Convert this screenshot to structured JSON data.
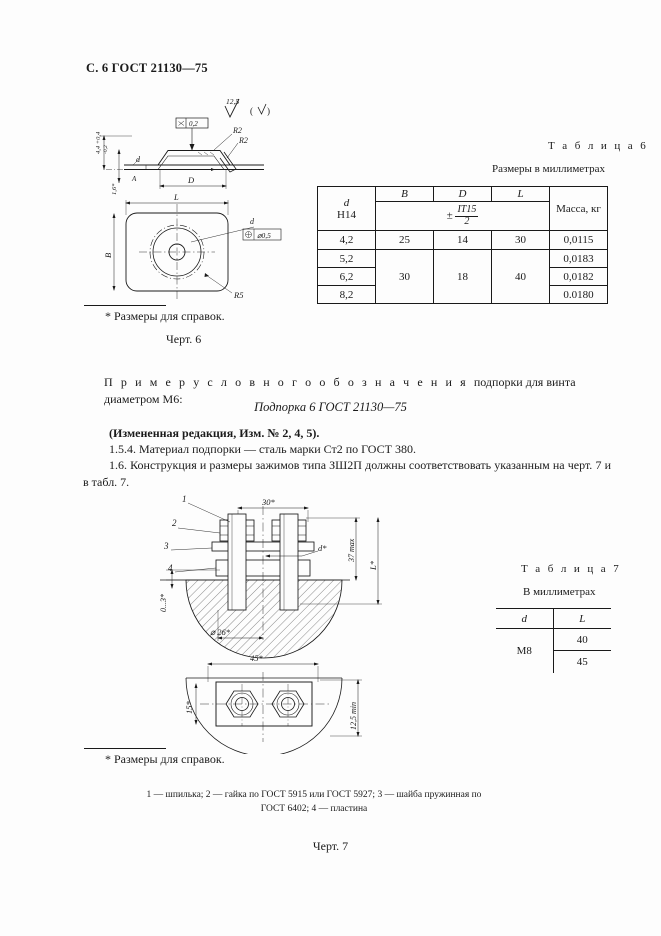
{
  "page": {
    "header": "С. 6 ГОСТ 21130—75",
    "figure6_caption": "Черт. 6",
    "figure7_caption": "Черт. 7",
    "footnote1": "* Размеры для справок.",
    "footnote2": "* Размеры для справок."
  },
  "table6": {
    "caption": "Т а б л и ц а 6",
    "units": "Размеры в миллиметрах",
    "headers": {
      "d": "d",
      "d_tol": "Н14",
      "B": "B",
      "D": "D",
      "L": "L",
      "tolerance_sign": "±",
      "tolerance_num": "IT15",
      "tolerance_den": "2",
      "mass": "Масса, кг"
    },
    "rows": [
      {
        "d": "4,2",
        "B": "25",
        "D": "14",
        "L": "30",
        "mass": "0,0115"
      },
      {
        "d": "5,2",
        "B": "30",
        "D": "18",
        "L": "40",
        "mass": "0,0183"
      },
      {
        "d": "6,2",
        "B": "",
        "D": "",
        "L": "",
        "mass": "0,0182"
      },
      {
        "d": "8,2",
        "B": "",
        "D": "",
        "L": "",
        "mass": "0.0180"
      }
    ]
  },
  "table7": {
    "caption": "Т а б л и ц а 7",
    "units": "В миллиметрах",
    "headers": {
      "d": "d",
      "L": "L"
    },
    "rows": [
      {
        "d": "М8",
        "L": "40"
      },
      {
        "d": "",
        "L": "45"
      }
    ]
  },
  "body": {
    "example_label": "П р и м е р   у с л о в н о г о   о б о з н а ч е н и я ",
    "example_tail": "подпорки для винта диаметром М6:",
    "designation": "Подпорка 6 ГОСТ 21130—75",
    "revision_note": "(Измененная редакция, Изм. № 2, 4, 5).",
    "clause_154": "1.5.4.  Материал подпорки — сталь марки Ст2 по ГОСТ 380.",
    "clause_16": "1.6.   Конструкция и размеры зажимов типа ЗШ2П должны соответствовать указанным на черт. 7 и в табл. 7.",
    "legend_line1": "1 — шпилька; 2 — гайка по ГОСТ 5915 или ГОСТ 5927; 3 — шайба пружинная по",
    "legend_line2": "ГОСТ 6402; 4 — пластина"
  },
  "figure6": {
    "roughness_value": "12,5",
    "roughness_bracket": "(  )",
    "tolerance_box_symbol": "⌓",
    "tolerance_box_value": "0,2",
    "radius_top": "R2",
    "radius_inner": "R2",
    "dim_D": "D",
    "dim_L": "L",
    "dim_B": "B",
    "dim_d": "d",
    "corner_radius": "R5",
    "hole_callout_d": "d",
    "hole_callout_tol": "⌀0,5",
    "height_dim": "4,4 +0,4 -0,2",
    "small_dim": "1,6*"
  },
  "figure7": {
    "item1": "1",
    "item2": "2",
    "item3": "3",
    "item4": "4",
    "dim_30": "30*",
    "dim_37max": "37 max",
    "dim_L": "L*",
    "dim_d": "d*",
    "dim_0_3": "0...3*",
    "dim_d26": "⌀ 26*",
    "dim_45": "45*",
    "dim_15": "15*",
    "dim_125min": "12,5 min"
  },
  "colors": {
    "ink": "#1a1a1a",
    "paper": "#fdfdfd"
  }
}
